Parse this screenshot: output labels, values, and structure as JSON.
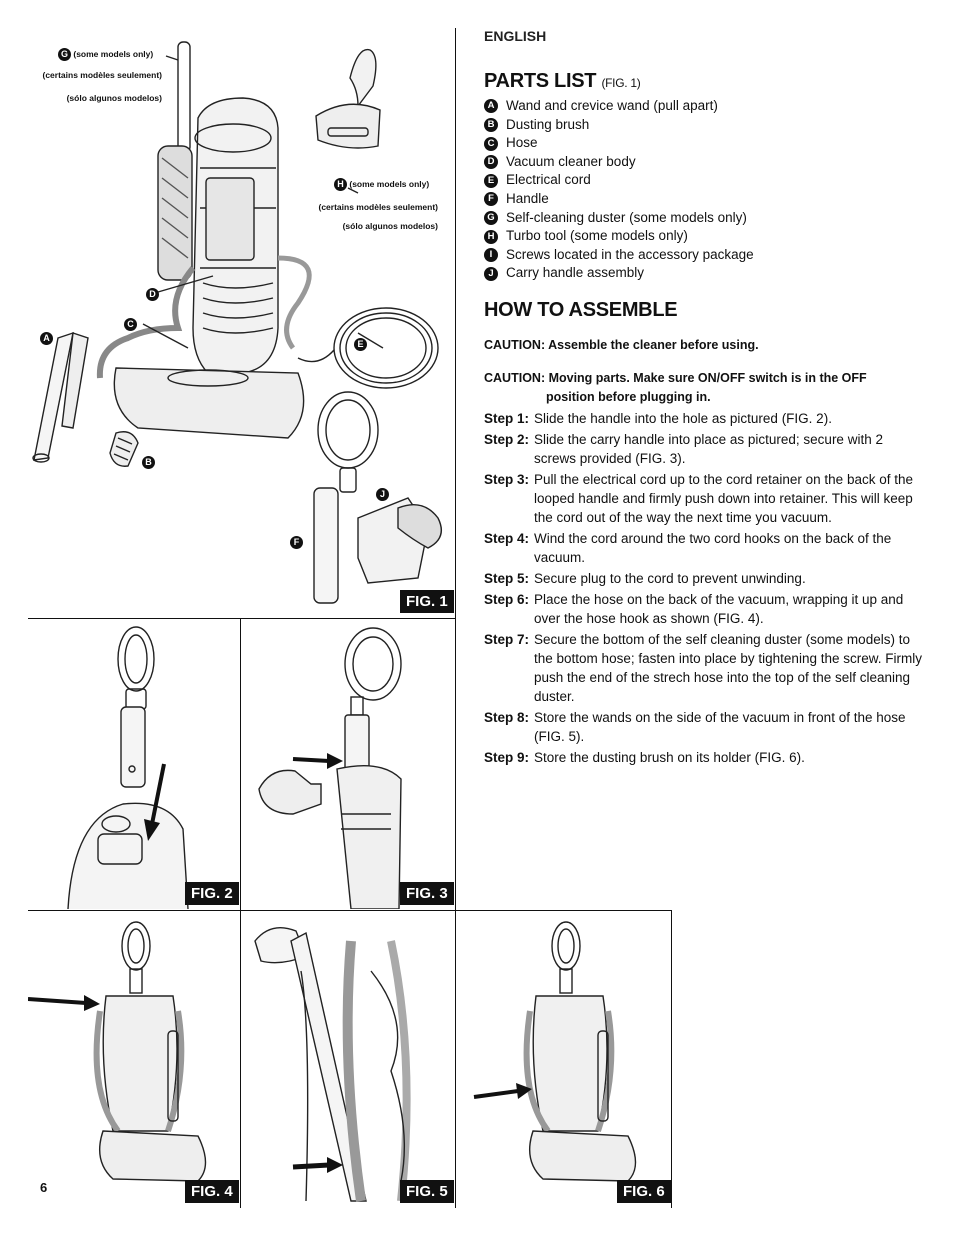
{
  "language": "ENGLISH",
  "parts_list": {
    "title": "PARTS LIST",
    "fig_ref": "(FIG. 1)",
    "items": [
      {
        "letter": "A",
        "text": "Wand and crevice wand (pull apart)"
      },
      {
        "letter": "B",
        "text": "Dusting brush"
      },
      {
        "letter": "C",
        "text": "Hose"
      },
      {
        "letter": "D",
        "text": "Vacuum cleaner body"
      },
      {
        "letter": "E",
        "text": "Electrical cord"
      },
      {
        "letter": "F",
        "text": "Handle"
      },
      {
        "letter": "G",
        "text": "Self-cleaning duster (some models only)"
      },
      {
        "letter": "H",
        "text": "Turbo tool (some models only)"
      },
      {
        "letter": "I",
        "text": "Screws located in the accessory package"
      },
      {
        "letter": "J",
        "text": "Carry handle assembly"
      }
    ]
  },
  "assemble": {
    "title": "HOW TO ASSEMBLE",
    "caution1": "CAUTION: Assemble the cleaner before using.",
    "caution2_a": "CAUTION: Moving parts. Make sure ON/OFF switch is in the OFF",
    "caution2_b": "position before plugging in.",
    "steps": [
      {
        "num": "Step 1:",
        "text": "Slide the handle into the hole as pictured (FIG. 2)."
      },
      {
        "num": "Step 2:",
        "text": "Slide the carry handle into place as pictured; secure with 2 screws provided (FIG. 3)."
      },
      {
        "num": "Step 3:",
        "text": "Pull the electrical cord up to the cord retainer on the back of the looped handle and firmly push down into retainer. This will keep the cord out of the way the next time you vacuum."
      },
      {
        "num": "Step 4:",
        "text": "Wind the cord around the two cord hooks on the back of the vacuum."
      },
      {
        "num": "Step 5:",
        "text": "Secure plug to the cord to prevent unwinding."
      },
      {
        "num": "Step 6:",
        "text": "Place the hose on the back of the vacuum, wrapping it up and over the hose hook as shown (FIG. 4)."
      },
      {
        "num": "Step 7:",
        "text": "Secure the bottom of the self cleaning duster (some models) to the bottom hose; fasten into place by tightening the screw. Firmly push the end of the strech hose into the top of the self cleaning duster."
      },
      {
        "num": "Step 8:",
        "text": "Store the wands on the side of the vacuum in front of the hose (FIG. 5)."
      },
      {
        "num": "Step 9:",
        "text": "Store the dusting brush on its holder (FIG. 6)."
      }
    ]
  },
  "fig1": {
    "label": "FIG. 1",
    "g_note": [
      "(some models only)",
      "(certains modèles seulement)",
      "(sólo algunos modelos)"
    ],
    "h_note": [
      "(some models only)",
      "(certains modèles seulement)",
      "(sólo algunos modelos)"
    ],
    "callouts": [
      "G",
      "H",
      "D",
      "C",
      "A",
      "E",
      "B",
      "J",
      "F"
    ]
  },
  "fig_labels": {
    "fig2": "FIG. 2",
    "fig3": "FIG. 3",
    "fig4": "FIG. 4",
    "fig5": "FIG. 5",
    "fig6": "FIG. 6"
  },
  "page_number": "6"
}
